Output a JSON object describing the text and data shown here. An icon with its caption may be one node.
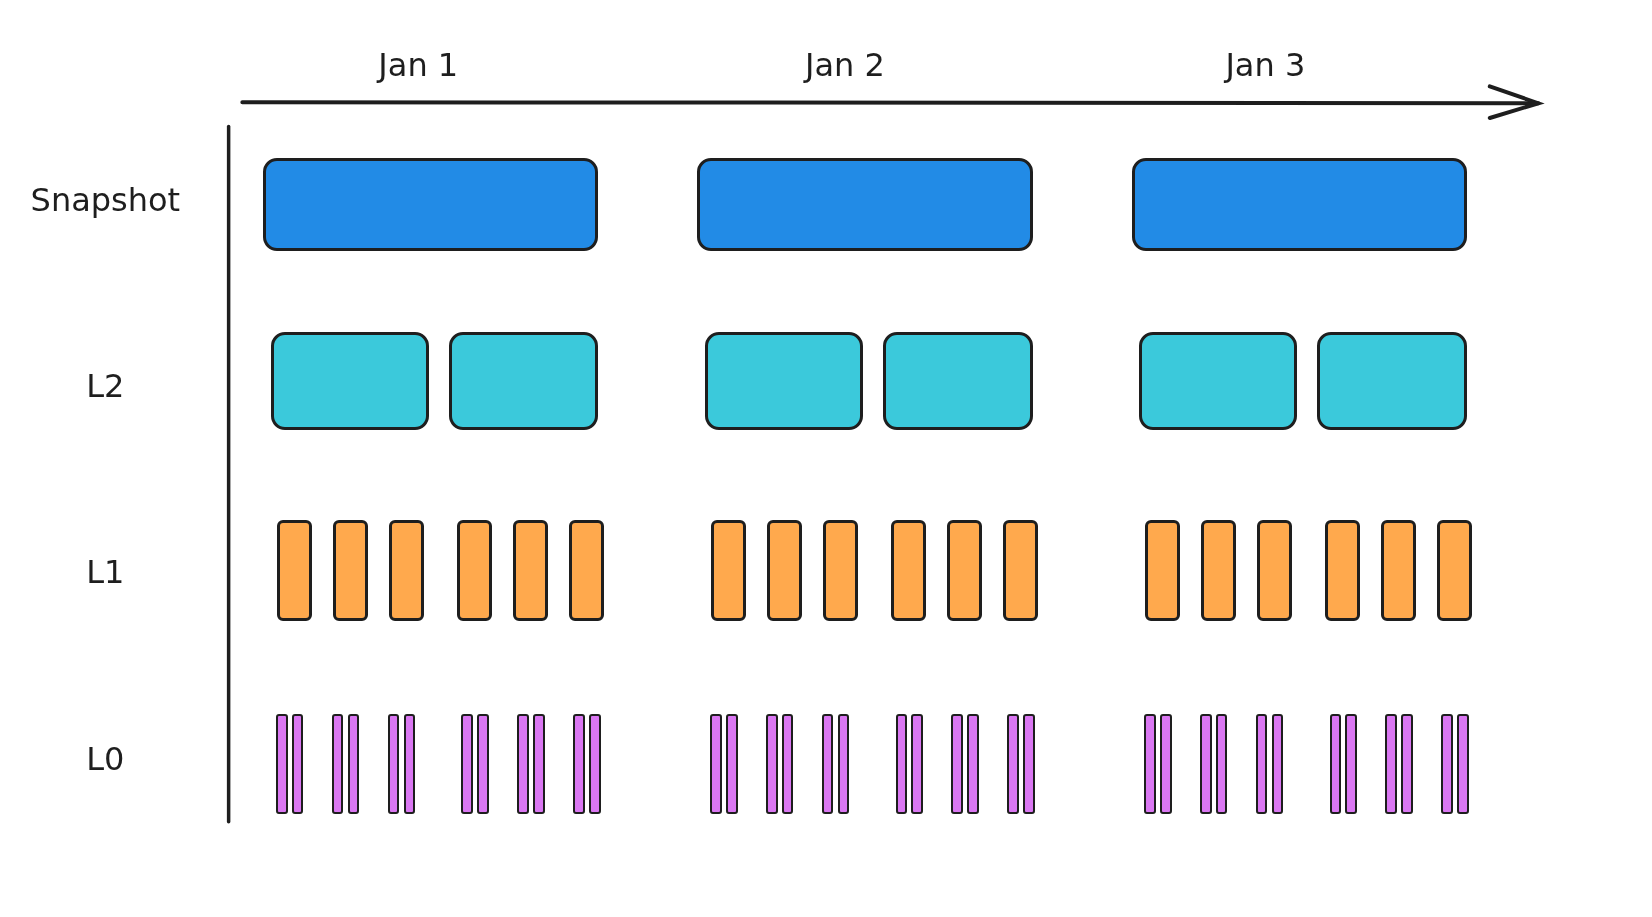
{
  "diagram": {
    "nodes": [
      {
        "text": [],
        "shape": "box"
      },
      {
        "text": [],
        "shape": "box"
      },
      {
        "text": [],
        "shape": "box"
      },
      {
        "text": [],
        "shape": "box"
      },
      {
        "text": [],
        "shape": "box"
      },
      {
        "text": [],
        "shape": "box"
      },
      {
        "text": [],
        "shape": "box"
      },
      {
        "text": [],
        "shape": "box"
      },
      {
        "text": [],
        "shape": "box"
      },
      {
        "text": [],
        "shape": "bar"
      },
      {
        "text": [],
        "shape": "bar"
      },
      {
        "text": [],
        "shape": "bar"
      },
      {
        "text": [],
        "shape": "bar"
      },
      {
        "text": [],
        "shape": "bar"
      },
      {
        "text": [],
        "shape": "bar"
      },
      {
        "text": [],
        "shape": "bar"
      },
      {
        "text": [],
        "shape": "bar"
      },
      {
        "text": [],
        "shape": "bar"
      },
      {
        "text": [],
        "shape": "bar"
      },
      {
        "text": [],
        "shape": "bar"
      },
      {
        "text": [],
        "shape": "bar"
      },
      {
        "text": [],
        "shape": "bar"
      },
      {
        "text": [],
        "shape": "bar"
      },
      {
        "text": [],
        "shape": "bar"
      },
      {
        "text": [],
        "shape": "bar"
      },
      {
        "text": [],
        "shape": "bar"
      },
      {
        "text": [],
        "shape": "bar"
      },
      {
        "text": [],
        "shape": "bar"
      },
      {
        "text": [],
        "shape": "bar"
      },
      {
        "text": [],
        "shape": "bar"
      },
      {
        "text": [],
        "shape": "bar"
      },
      {
        "text": [],
        "shape": "bar"
      },
      {
        "text": [],
        "shape": "bar"
      },
      {
        "text": [],
        "shape": "bar"
      },
      {
        "text": [],
        "shape": "bar"
      },
      {
        "text": [],
        "shape": "bar"
      },
      {
        "text": [],
        "shape": "bar"
      },
      {
        "text": [],
        "shape": "bar"
      },
      {
        "text": [],
        "shape": "bar"
      },
      {
        "text": [],
        "shape": "bar"
      },
      {
        "text": [],
        "shape": "bar"
      },
      {
        "text": [],
        "shape": "bar"
      },
      {
        "text": [],
        "shape": "bar"
      },
      {
        "text": [],
        "shape": "bar"
      },
      {
        "text": [],
        "shape": "bar"
      },
      {
        "text": [],
        "shape": "bar"
      },
      {
        "text": [],
        "shape": "bar"
      },
      {
        "text": [],
        "shape": "bar"
      },
      {
        "text": [],
        "shape": "bar"
      },
      {
        "text": [],
        "shape": "bar"
      },
      {
        "text": [],
        "shape": "bar"
      },
      {
        "text": [],
        "shape": "bar"
      },
      {
        "text": [],
        "shape": "bar"
      },
      {
        "text": [],
        "shape": "bar"
      },
      {
        "text": [],
        "shape": "bar"
      },
      {
        "text": [],
        "shape": "bar"
      },
      {
        "text": [],
        "shape": "bar"
      },
      {
        "text": [],
        "shape": "bar"
      },
      {
        "text": [],
        "shape": "bar"
      },
      {
        "text": [],
        "shape": "bar"
      },
      {
        "text": [],
        "shape": "bar"
      },
      {
        "text": [],
        "shape": "bar"
      },
      {
        "text": [],
        "shape": "bar"
      }
    ],
    "labels": [
      "Jan 1",
      "Jan 2",
      "Jan 3",
      "Snapshot",
      "L2",
      "L1",
      "L0"
    ]
  }
}
